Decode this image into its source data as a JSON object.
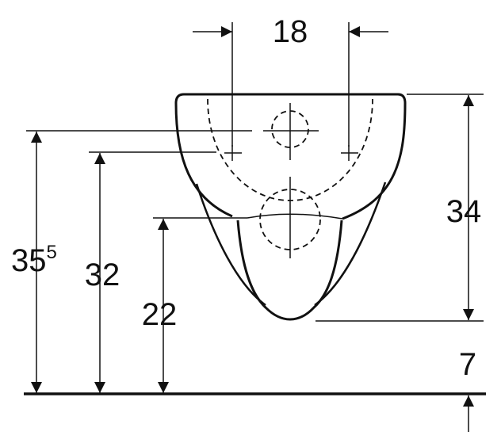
{
  "title": "Wall-hung WC dimension drawing",
  "dimensions": {
    "outlet_spacing": "18",
    "outlet_height_main": "35",
    "outlet_height_sup": "5",
    "fixing_height": "32",
    "inlet_height": "22",
    "bowl_height": "34",
    "floor_offset": "7"
  },
  "colors": {
    "line": "#111111",
    "background": "#ffffff"
  }
}
